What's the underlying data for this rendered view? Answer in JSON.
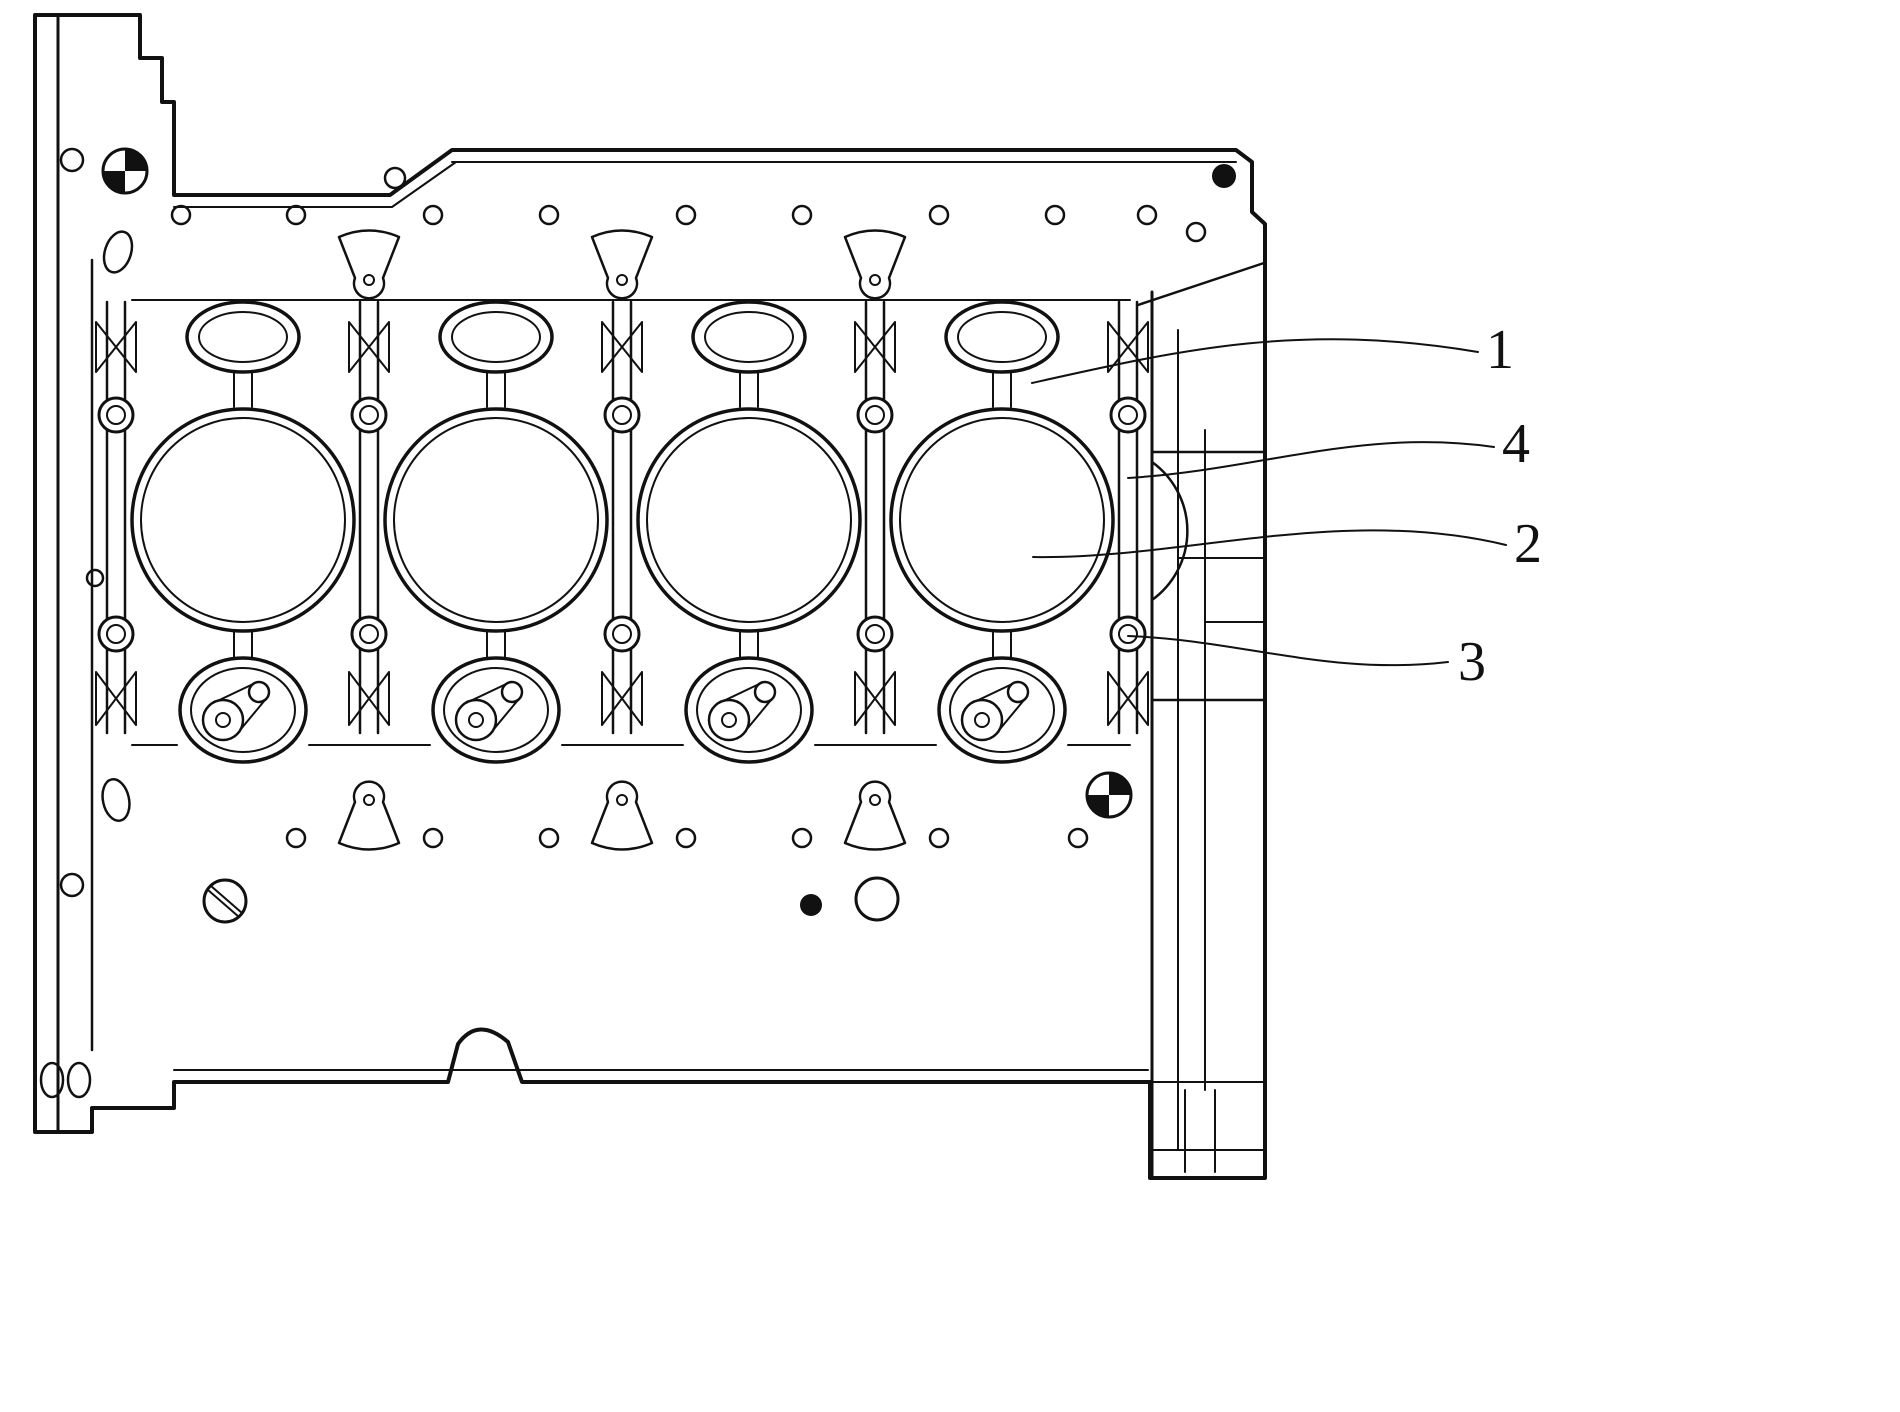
{
  "figure": {
    "callouts": [
      {
        "label": "1"
      },
      {
        "label": "4"
      },
      {
        "label": "2"
      },
      {
        "label": "3"
      }
    ]
  },
  "colors": {
    "line": "#111111",
    "background": "#ffffff"
  }
}
